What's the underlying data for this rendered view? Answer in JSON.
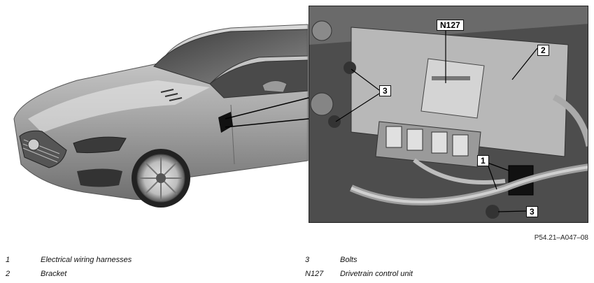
{
  "figure_ref": "P54.21–A047–08",
  "callouts": {
    "c1": "1",
    "c2": "2",
    "c3a": "3",
    "c3b": "3",
    "n127": "N127"
  },
  "legend": [
    {
      "key": "1",
      "text": "Electrical wiring harnesses"
    },
    {
      "key": "2",
      "text": "Bracket"
    },
    {
      "key": "3",
      "text": "Bolts"
    },
    {
      "key": "N127",
      "text": "Drivetrain control unit"
    }
  ]
}
